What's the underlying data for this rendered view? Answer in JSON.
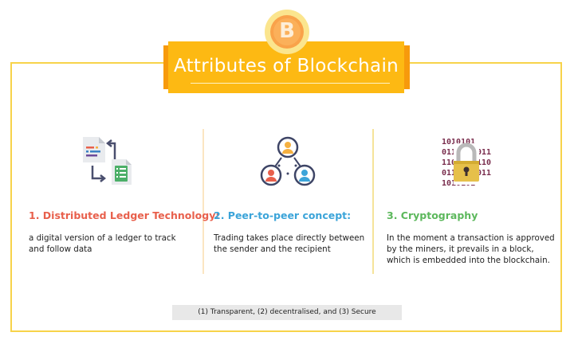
{
  "header": {
    "title": "Attributes of Blockchain",
    "coin_symbol": "B",
    "colors": {
      "banner": "#fdb913",
      "flap": "#f79a0c",
      "frame": "#f7d34a",
      "coin_outer": "#fbe58e",
      "coin_inner": "#fbb05a"
    }
  },
  "attributes": [
    {
      "title": "1. Distributed Ledger Technology:",
      "description_lines": [
        "a digital version of a ledger to track",
        "and follow data"
      ],
      "color": "#e8604c",
      "icon": "ledger-documents-exchange-icon"
    },
    {
      "title": "2. Peer-to-peer concept:",
      "description_lines": [
        "Trading takes place directly between",
        "the sender and the recipient"
      ],
      "color": "#3ba4d9",
      "icon": "peer-network-icon"
    },
    {
      "title": "3. Cryptography",
      "description_lines": [
        "In the moment a transaction is approved",
        "by the miners, it prevails in a block,",
        "which is embedded into the blockchain."
      ],
      "color": "#5cb85c",
      "icon": "binary-padlock-icon"
    }
  ],
  "footnote": "(1) Transparent, (2) decentralised, and (3) Secure"
}
